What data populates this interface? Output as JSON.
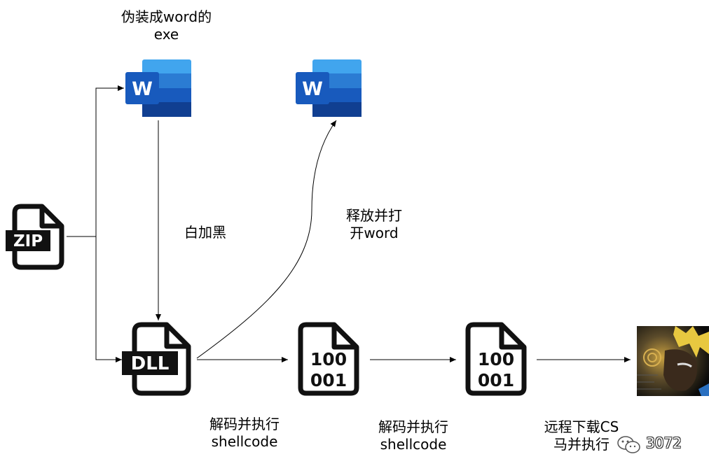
{
  "labels": {
    "fake_word_exe": [
      "伪装成word的",
      "exe"
    ],
    "white_plus_black": "白加黑",
    "release_open_word": [
      "释放并打",
      "开word"
    ],
    "decode_exec_1": [
      "解码并执行",
      "shellcode"
    ],
    "decode_exec_2": [
      "解码并执行",
      "shellcode"
    ],
    "remote_download": [
      "远程下载CS",
      "马并执行"
    ]
  },
  "icons": {
    "zip": {
      "name": "zip-file-icon",
      "text": "ZIP"
    },
    "word_exe": {
      "name": "word-icon",
      "letter": "W"
    },
    "word_doc": {
      "name": "word-icon",
      "letter": "W"
    },
    "dll": {
      "name": "dll-file-icon",
      "text": "DLL"
    },
    "bin1": {
      "name": "binary-file-icon",
      "line1": "100",
      "line2": "001"
    },
    "bin2": {
      "name": "binary-file-icon",
      "line1": "100",
      "line2": "001"
    },
    "cs": {
      "name": "cobalt-strike-icon"
    }
  },
  "watermark": {
    "icon": "wechat-icon",
    "text": "3072"
  },
  "colors": {
    "word_dark": "#185ABD",
    "word_mid": "#2B7CD3",
    "word_light": "#41A5EE",
    "line": "#000000"
  }
}
